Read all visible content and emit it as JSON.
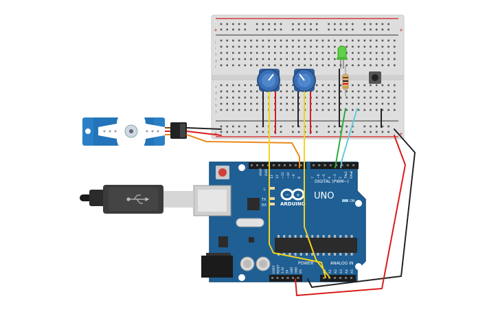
{
  "arduino": {
    "brand": "ARDUINO",
    "model": "UNO",
    "on_label": "ON",
    "digital_header": "DIGITAL (PWM~)",
    "power_header": "POWER",
    "analog_header": "ANALOG IN",
    "aref": "AREF",
    "gnd": "GND",
    "led_label": "L",
    "tx_label": "TX",
    "rx_label": "RX",
    "digital_pins": [
      "13",
      "12",
      "~11",
      "~10",
      "~9",
      "8",
      "7",
      "~6",
      "~5",
      "4",
      "~3",
      "2",
      "TX▸1",
      "RX◂0"
    ],
    "power_pins": [
      "IOREF",
      "RESET",
      "3.3V",
      "5V",
      "GND",
      "GND",
      "Vin"
    ],
    "analog_pins": [
      "A0",
      "A1",
      "A2",
      "A3",
      "A4",
      "A5"
    ]
  },
  "breadboard": {
    "rail_plus": "+",
    "rail_minus": "-",
    "row_letters_top": [
      "j",
      "i",
      "h",
      "g",
      "f"
    ],
    "row_letters_bottom": [
      "e",
      "d",
      "c",
      "b",
      "a"
    ]
  },
  "colors": {
    "board_blue": "#1f5f94",
    "breadboard": "#e2e2e2",
    "wire_yellow": "#f2d31b",
    "wire_red": "#d81b1b",
    "wire_black": "#222222",
    "wire_green": "#2ea83a",
    "wire_cyan": "#62c9d8",
    "wire_orange": "#e98a1c",
    "servo_blue": "#2a7fc6",
    "pot_blue": "#3b6fb5",
    "led_green": "#5fd14a"
  },
  "icons": [
    "usb-icon",
    "arduino-infinity-logo"
  ]
}
